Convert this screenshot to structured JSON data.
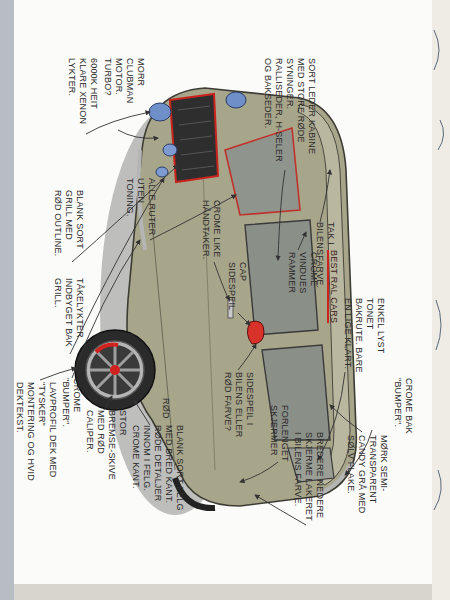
{
  "diagram": {
    "labels": [
      "MORR CLUBMAN MOTOR. TURBO?",
      "6000K HEIT KLARE XENON LYKTER.",
      "BLANK SORT GRILL MED RØD OUTLINE.",
      "TÅKELYKTER INDBYGET BAK GRILL.",
      "CROME \"BUMPER\".",
      "LAVPROFIL DEK MED \"TYSKER\" MONTERING OG HVID DEKTEKST.",
      "STOR BREMSE-SKIVE MED RØD CALIPER.",
      "BLANK SORT FELG MED BRED KANT. RØDE DETALJER INNOM I FELG. CROME KANT.",
      "RØD",
      "ALLE RUTER UTEN TONING.",
      "CROME LIKE HÅNDTAKER.",
      "CAP SIDESPEIL",
      "SIDESPEIL I BILENS ELLER RØD FARVE?",
      "FORLENGET SKJERMER",
      "BREDERE NEDERE SKJERME LAKERET I BILENS FARVE.",
      "MØRK SEMI-TRANSPARENT CANDY GRÅ MED SØLV FLAKE.",
      "CROME VINDUES RAMMER",
      "SORT LEDER KABINE MED STORE RØDE SYNINGER. RALLISEDER, H-SELER OG BAKSEDER.",
      "TAK I BILENSFARVE.",
      "BEST RAL CARS",
      "ENKEL LYST TONET BAKRUTE. BARE EN LIGE KLART.",
      "CROME BAK \"BUMPER\"."
    ]
  }
}
